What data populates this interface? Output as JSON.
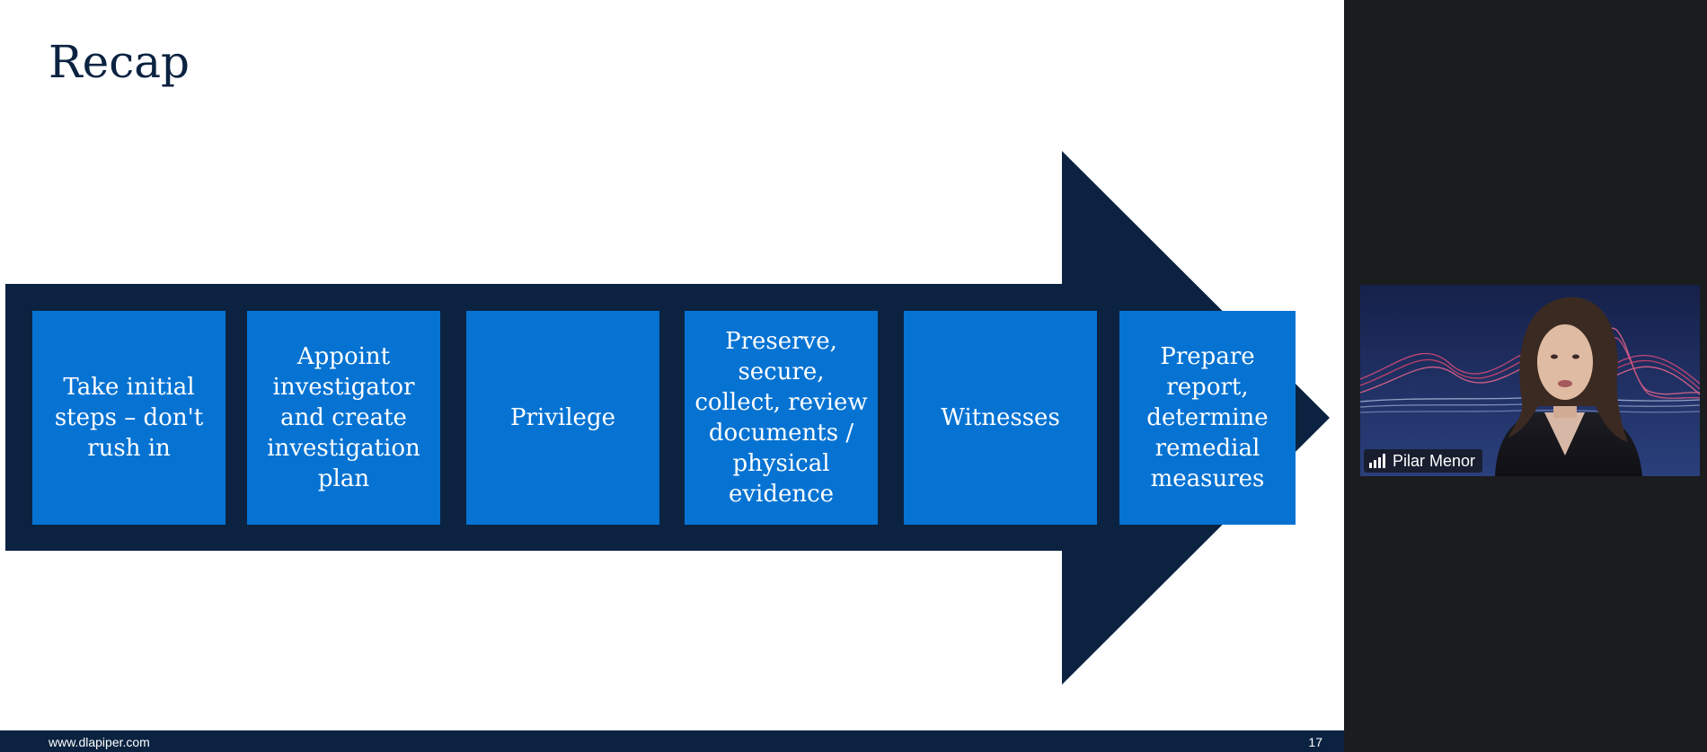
{
  "slide": {
    "title": "Recap",
    "steps": [
      {
        "label": "Take initial steps – don't rush in"
      },
      {
        "label": "Appoint investigator and create investigation plan"
      },
      {
        "label": "Privilege"
      },
      {
        "label": "Preserve, secure, collect, review documents / physical evidence"
      },
      {
        "label": "Witnesses"
      },
      {
        "label": "Prepare report, determine remedial measures"
      }
    ],
    "footer": {
      "url": "www.dlapiper.com",
      "page_number": "17"
    }
  },
  "participant": {
    "name": "Pilar Menor",
    "icon": "signal-strength-icon"
  },
  "colors": {
    "arrow": "#0b2341",
    "step_box": "#0673d3",
    "title": "#0b2341",
    "meeting_background": "#1b1c1e"
  }
}
